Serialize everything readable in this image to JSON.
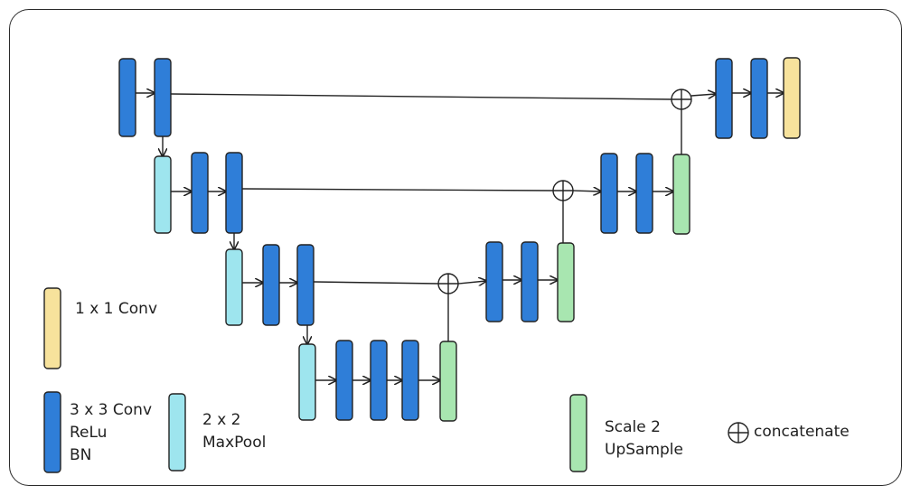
{
  "colors": {
    "conv": "#2f7ed8",
    "pool": "#9ee5ee",
    "upsample": "#a8e6b0",
    "conv1x1": "#f7e29c",
    "stroke": "#222222"
  },
  "legend": {
    "conv1x1": [
      "1 x 1 Conv"
    ],
    "conv": [
      "3 x 3 Conv",
      "ReLu",
      "BN"
    ],
    "pool": [
      "2 x 2",
      "MaxPool"
    ],
    "upsample": [
      "Scale 2",
      "UpSample"
    ],
    "concat": "concatenate"
  },
  "icons": {
    "concat": "circle-plus-icon"
  }
}
